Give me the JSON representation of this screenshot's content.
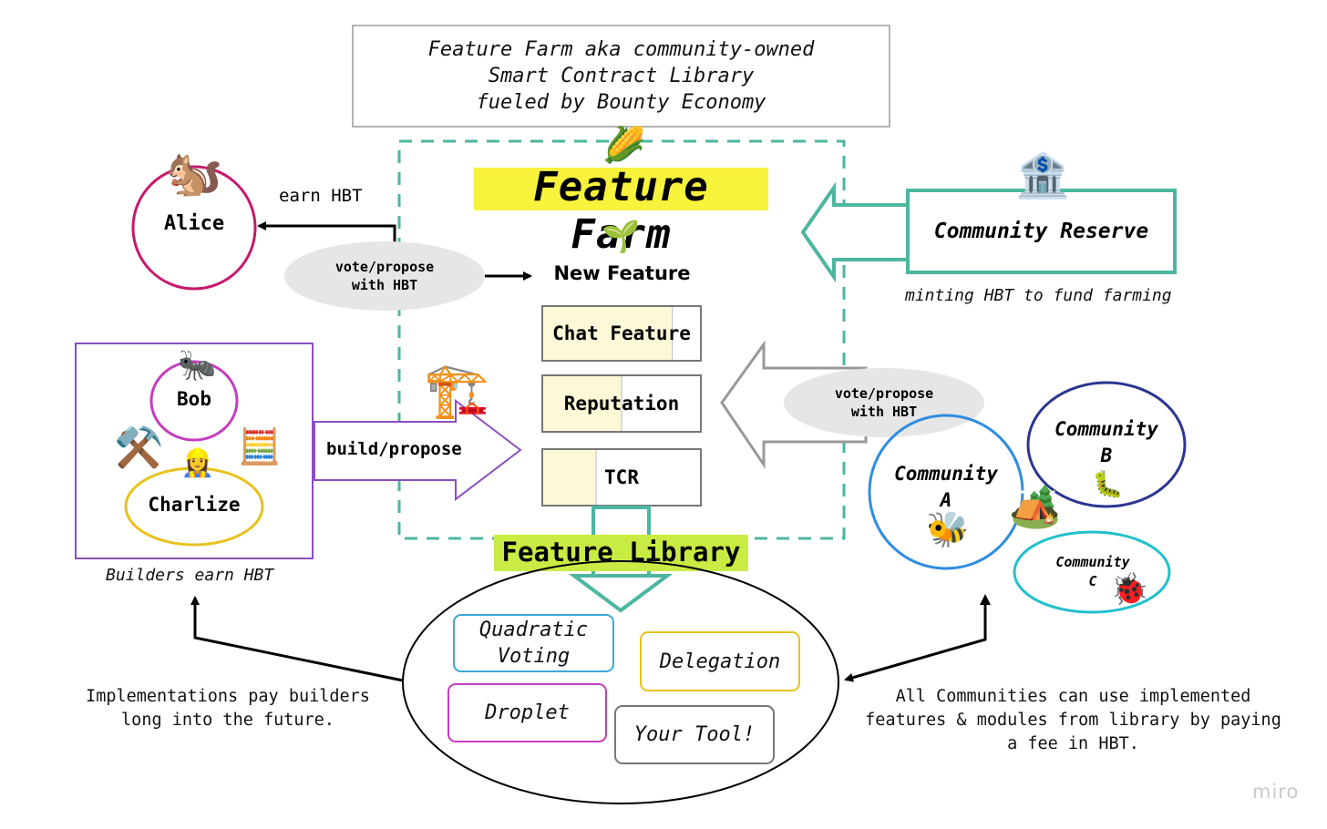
{
  "header": {
    "line1": "Feature Farm aka community-owned",
    "line2": "Smart Contract Library",
    "line3": "fueled by Bounty Economy"
  },
  "farm": {
    "title": "Feature Farm",
    "new_feature": "New Feature",
    "features": [
      {
        "label": "Chat Feature",
        "progress": 0.82
      },
      {
        "label": "Reputation",
        "progress": 0.5
      },
      {
        "label": "TCR",
        "progress": 0.34
      }
    ],
    "library_title": "Feature Library"
  },
  "alice": {
    "name": "Alice",
    "earn_label": "earn HBT"
  },
  "vote_left": {
    "line1": "vote/propose",
    "line2": "with HBT"
  },
  "builders": {
    "bob": "Bob",
    "charlize": "Charlize",
    "caption": "Builders earn HBT",
    "build_label": "build/propose"
  },
  "reserve": {
    "title": "Community Reserve",
    "caption": "minting HBT to fund farming"
  },
  "vote_right": {
    "line1": "vote/propose",
    "line2": "with HBT"
  },
  "communities": {
    "a_line1": "Community",
    "a_line2": "A",
    "b_line1": "Community",
    "b_line2": "B",
    "c_line1": "Community",
    "c_line2": "C"
  },
  "library": {
    "items": [
      "Quadratic Voting",
      "Delegation",
      "Droplet",
      "Your Tool!"
    ],
    "quadratic_line1": "Quadratic",
    "quadratic_line2": "Voting"
  },
  "notes": {
    "left_line1": "Implementations pay builders",
    "left_line2": "long into the future.",
    "right_line1": "All Communities can use implemented",
    "right_line2": "features & modules from library by paying",
    "right_line3": "a fee in HBT."
  },
  "watermark": "miro",
  "colors": {
    "teal": "#4db6a0",
    "alice_circle": "#c8196b",
    "builders_box": "#8a4fc0",
    "bob_circle": "#c43dbc",
    "charlize_circle": "#e8c21c",
    "title_highlight": "#f7f23b",
    "library_highlight": "#c9ec45",
    "feature_fill": "#fdf9d8",
    "community_a": "#2e8de0",
    "community_b": "#2b3591",
    "community_c": "#22c0cc",
    "item_quadratic": "#3ea7d8",
    "item_delegation": "#e8c21c",
    "item_droplet": "#c43dbc",
    "item_your_tool": "#777777",
    "gray_oval": "#e6e6e6"
  },
  "icons": [
    "squirrel-icon",
    "corn-icon",
    "seedling-icon",
    "bank-icon",
    "ant-icon",
    "hammer-pick-icon",
    "worker-icon",
    "abacus-icon",
    "crane-icon",
    "bee-icon",
    "caterpillar-icon",
    "camping-icon",
    "ladybug-icon"
  ]
}
